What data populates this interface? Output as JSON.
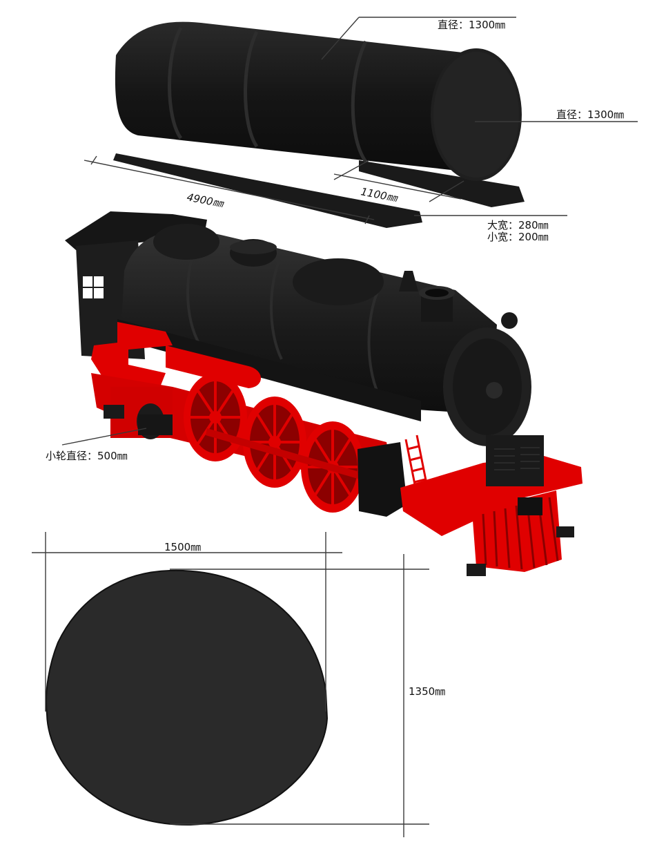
{
  "colors": {
    "body": "#1c1c1c",
    "body_light": "#2e2e2e",
    "accent_red": "#e00000",
    "dimension_line": "#3a3a3a",
    "label_text": "#111111",
    "background": "#ffffff"
  },
  "tank": {
    "diameter_top_label": "直径：1300㎜",
    "diameter_end_label": "直径：1300㎜",
    "length_label": "4900㎜",
    "short_length_label": "1100㎜",
    "large_width_label": "大宽：280㎜",
    "small_width_label": "小宽：200㎜"
  },
  "locomotive": {
    "small_wheel_label": "小轮直径：500㎜"
  },
  "disc": {
    "width_label": "1500㎜",
    "height_label": "1350㎜"
  }
}
